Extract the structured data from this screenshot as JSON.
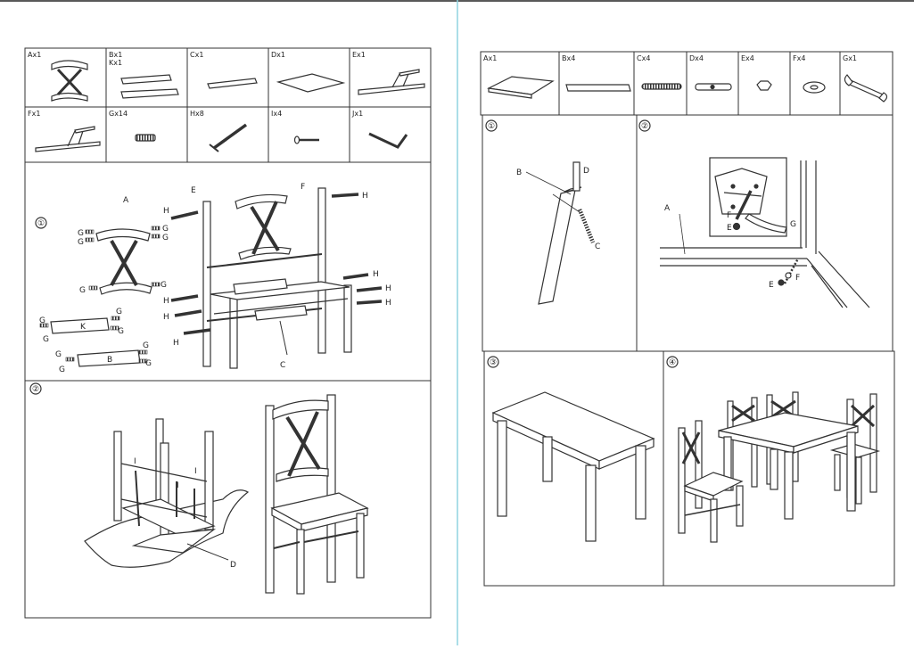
{
  "left_parts": [
    {
      "code": "Ax1",
      "name": "back-x-frame"
    },
    {
      "code": "Bx1",
      "code2": "Kx1",
      "name": "rails-b-k"
    },
    {
      "code": "Cx1",
      "name": "rail-c"
    },
    {
      "code": "Dx1",
      "name": "seat-panel-d"
    },
    {
      "code": "Ex1",
      "name": "side-frame-e"
    },
    {
      "code": "Fx1",
      "name": "side-frame-f"
    },
    {
      "code": "Gx14",
      "name": "dowel-g"
    },
    {
      "code": "Hx8",
      "name": "bolt-h"
    },
    {
      "code": "Ix4",
      "name": "screw-i"
    },
    {
      "code": "Jx1",
      "name": "allen-key-j"
    }
  ],
  "right_parts": [
    {
      "code": "Ax1",
      "name": "tabletop-a"
    },
    {
      "code": "Bx4",
      "name": "apron-b"
    },
    {
      "code": "Cx4",
      "name": "threaded-rod-c"
    },
    {
      "code": "Dx4",
      "name": "barrel-nut-d"
    },
    {
      "code": "Ex4",
      "name": "nut-e"
    },
    {
      "code": "Fx4",
      "name": "washer-f"
    },
    {
      "code": "Gx1",
      "name": "wrench-g"
    }
  ],
  "steps": {
    "left_1": "①",
    "left_2": "②",
    "right_1": "①",
    "right_2": "②",
    "right_3": "③",
    "right_4": "④"
  },
  "callouts": {
    "A": "A",
    "B": "B",
    "C": "C",
    "D": "D",
    "E": "E",
    "F": "F",
    "G": "G",
    "H": "H",
    "I": "I",
    "K": "K"
  }
}
